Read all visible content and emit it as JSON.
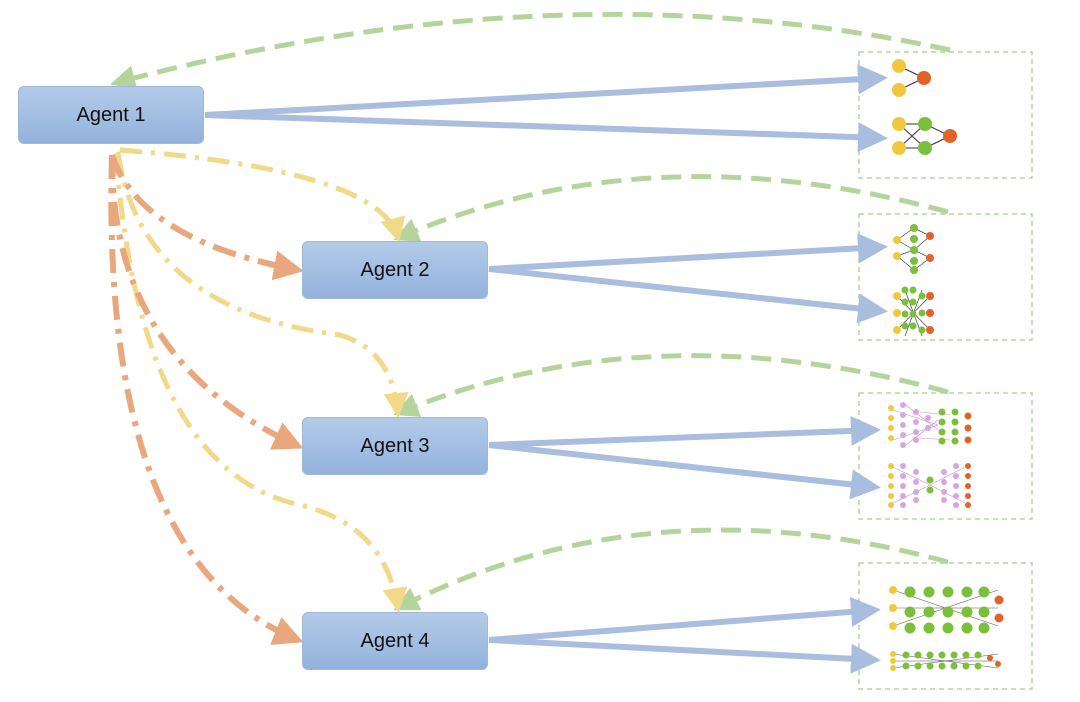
{
  "agents": [
    {
      "label": "Agent 1"
    },
    {
      "label": "Agent 2"
    },
    {
      "label": "Agent 3"
    },
    {
      "label": "Agent 4"
    }
  ],
  "colors": {
    "agent_fill_top": "#b3cbe9",
    "agent_fill_bottom": "#93b2db",
    "solid_arrow": "#a9bddf",
    "green_dashed": "#b5d49b",
    "yellow_dashdot": "#f1d988",
    "orange_dashdot": "#e8a77c",
    "panel_border": "#b9d3a3",
    "node_yellow": "#f1c83c",
    "node_green": "#7cbf3a",
    "node_orange": "#e2622a",
    "node_pink": "#d8a6df"
  }
}
